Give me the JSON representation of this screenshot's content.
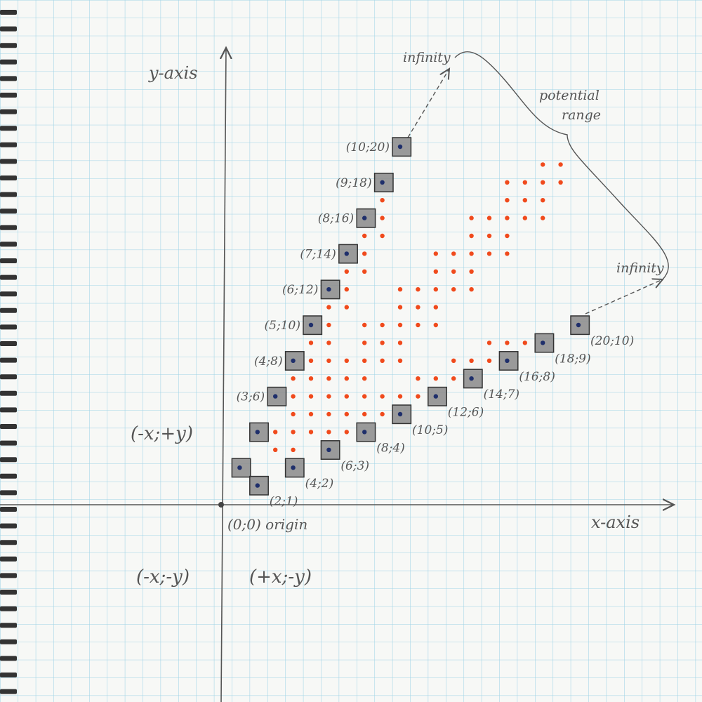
{
  "axes": {
    "x_label": "x-axis",
    "y_label": "y-axis",
    "origin_label": "(0;0) origin"
  },
  "quadrants": {
    "top_left": "(-x;+y)",
    "bottom_left": "(-x;-y)",
    "bottom_right": "(+x;-y)"
  },
  "annotations": {
    "infinity_top": "infinity",
    "infinity_right": "infinity",
    "potential_range_line1": "potential",
    "potential_range_line2": "range"
  },
  "colors": {
    "grid": "#9fd3e6",
    "pencil": "#555555",
    "cell_fill": "#8a8a8a",
    "boundary_dot": "#1f2f6b",
    "inner_dot": "#f04a1c"
  },
  "chart_data": {
    "type": "scatter",
    "xlabel": "x-axis",
    "ylabel": "y-axis",
    "series": [
      {
        "name": "",
        "points": [
          [
            1,
            2
          ],
          [
            2,
            1
          ],
          [
            2,
            4
          ],
          [
            4,
            2
          ],
          [
            3,
            6
          ],
          [
            6,
            3
          ],
          [
            4,
            8
          ],
          [
            8,
            4
          ],
          [
            5,
            10
          ],
          [
            10,
            5
          ],
          [
            6,
            12
          ],
          [
            12,
            6
          ],
          [
            7,
            14
          ],
          [
            14,
            7
          ],
          [
            8,
            16
          ],
          [
            16,
            8
          ],
          [
            9,
            18
          ],
          [
            18,
            9
          ],
          [
            10,
            20
          ],
          [
            20,
            10
          ]
        ]
      },
      {
        "name": "",
        "points": [
          [
            3,
            3
          ],
          [
            4,
            4
          ],
          [
            5,
            5
          ],
          [
            6,
            6
          ],
          [
            7,
            7
          ],
          [
            8,
            8
          ],
          [
            9,
            9
          ],
          [
            10,
            10
          ],
          [
            11,
            11
          ],
          [
            12,
            12
          ],
          [
            13,
            13
          ],
          [
            14,
            14
          ],
          [
            15,
            15
          ],
          [
            16,
            16
          ],
          [
            17,
            17
          ],
          [
            18,
            18
          ],
          [
            19,
            19
          ],
          [
            3,
            4
          ],
          [
            4,
            5
          ],
          [
            5,
            6
          ],
          [
            6,
            7
          ],
          [
            7,
            8
          ],
          [
            8,
            9
          ],
          [
            9,
            10
          ],
          [
            10,
            11
          ],
          [
            11,
            12
          ],
          [
            12,
            13
          ],
          [
            13,
            14
          ],
          [
            14,
            15
          ],
          [
            15,
            16
          ],
          [
            16,
            17
          ],
          [
            17,
            18
          ],
          [
            18,
            19
          ],
          [
            4,
            3
          ],
          [
            5,
            4
          ],
          [
            6,
            5
          ],
          [
            7,
            6
          ],
          [
            8,
            7
          ],
          [
            9,
            8
          ],
          [
            10,
            9
          ],
          [
            11,
            10
          ],
          [
            12,
            11
          ],
          [
            13,
            12
          ],
          [
            14,
            13
          ],
          [
            15,
            14
          ],
          [
            16,
            15
          ],
          [
            17,
            16
          ],
          [
            18,
            17
          ],
          [
            19,
            18
          ],
          [
            4,
            6
          ],
          [
            6,
            8
          ],
          [
            8,
            10
          ],
          [
            10,
            12
          ],
          [
            12,
            14
          ],
          [
            14,
            16
          ],
          [
            16,
            18
          ],
          [
            6,
            4
          ],
          [
            8,
            6
          ],
          [
            10,
            8
          ],
          [
            12,
            10
          ],
          [
            14,
            12
          ],
          [
            16,
            14
          ],
          [
            18,
            16
          ],
          [
            4,
            7
          ],
          [
            5,
            8
          ],
          [
            5,
            9
          ],
          [
            6,
            10
          ],
          [
            6,
            11
          ],
          [
            7,
            12
          ],
          [
            7,
            13
          ],
          [
            8,
            14
          ],
          [
            8,
            15
          ],
          [
            9,
            16
          ],
          [
            9,
            17
          ],
          [
            7,
            4
          ],
          [
            8,
            5
          ],
          [
            9,
            5
          ],
          [
            10,
            6
          ],
          [
            11,
            6
          ],
          [
            12,
            7
          ],
          [
            13,
            7
          ],
          [
            14,
            8
          ],
          [
            15,
            8
          ],
          [
            16,
            9
          ],
          [
            17,
            9
          ],
          [
            5,
            7
          ],
          [
            6,
            9
          ],
          [
            7,
            11
          ],
          [
            8,
            13
          ],
          [
            9,
            15
          ],
          [
            7,
            5
          ],
          [
            9,
            6
          ],
          [
            11,
            7
          ],
          [
            13,
            8
          ],
          [
            15,
            9
          ]
        ]
      }
    ],
    "point_labels": [
      {
        "x": 2,
        "y": 1,
        "text": "(2;1)"
      },
      {
        "x": 4,
        "y": 2,
        "text": "(4;2)"
      },
      {
        "x": 6,
        "y": 3,
        "text": "(6;3)"
      },
      {
        "x": 8,
        "y": 4,
        "text": "(8;4)"
      },
      {
        "x": 10,
        "y": 5,
        "text": "(10;5)"
      },
      {
        "x": 12,
        "y": 6,
        "text": "(12;6)"
      },
      {
        "x": 14,
        "y": 7,
        "text": "(14;7)"
      },
      {
        "x": 16,
        "y": 8,
        "text": "(16;8)"
      },
      {
        "x": 18,
        "y": 9,
        "text": "(18;9)"
      },
      {
        "x": 20,
        "y": 10,
        "text": "(20;10)"
      },
      {
        "x": 3,
        "y": 6,
        "text": "(3;6)"
      },
      {
        "x": 4,
        "y": 8,
        "text": "(4;8)"
      },
      {
        "x": 5,
        "y": 10,
        "text": "(5;10)"
      },
      {
        "x": 6,
        "y": 12,
        "text": "(6;12)"
      },
      {
        "x": 7,
        "y": 14,
        "text": "(7;14)"
      },
      {
        "x": 8,
        "y": 16,
        "text": "(8;16)"
      },
      {
        "x": 9,
        "y": 18,
        "text": "(9;18)"
      },
      {
        "x": 10,
        "y": 20,
        "text": "(10;20)"
      }
    ]
  }
}
